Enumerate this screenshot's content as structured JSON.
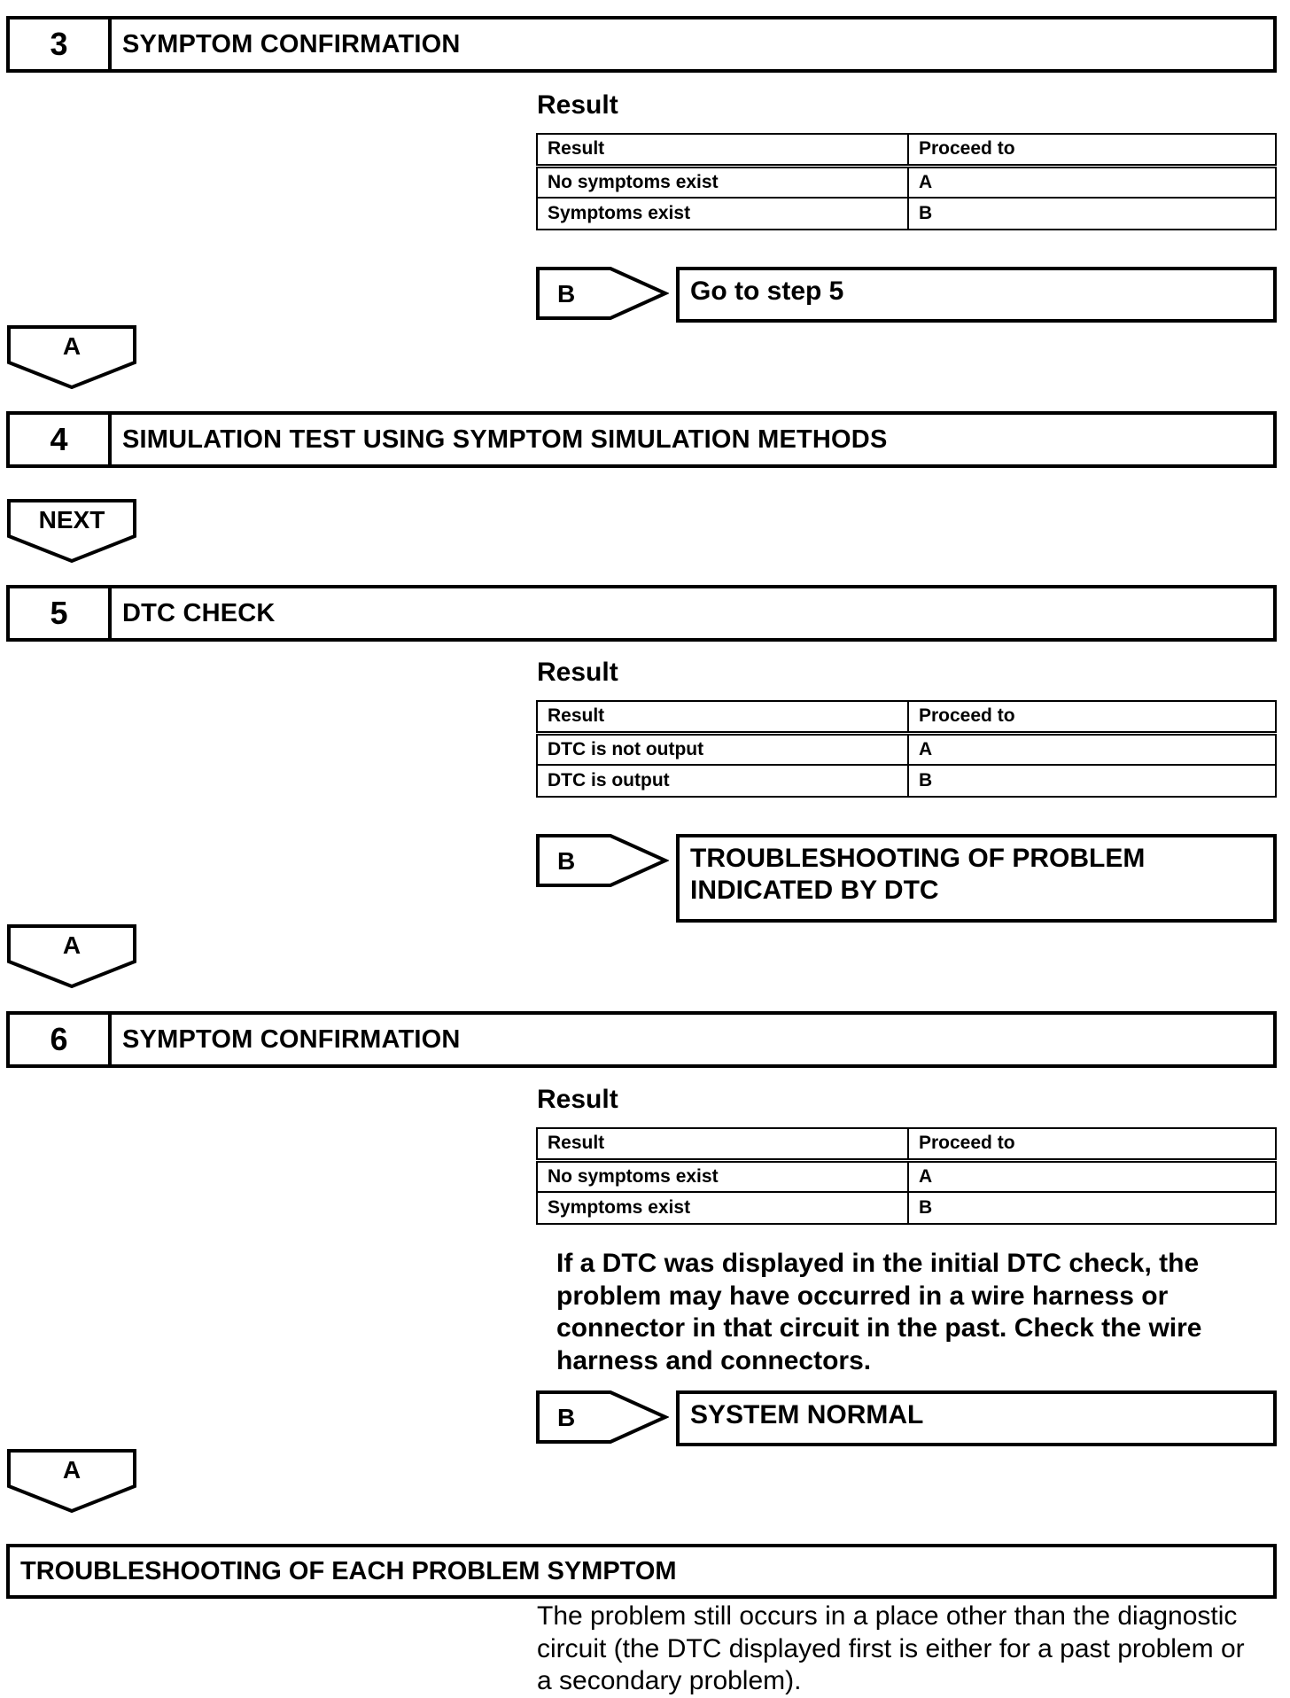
{
  "step3": {
    "number": "3",
    "title": "SYMPTOM CONFIRMATION",
    "result_label": "Result",
    "table": {
      "headers": [
        "Result",
        "Proceed to"
      ],
      "rows": [
        [
          "No symptoms exist",
          "A"
        ],
        [
          "Symptoms exist",
          "B"
        ]
      ]
    },
    "branch_b": {
      "label": "B",
      "destination": "Go to step 5"
    },
    "branch_a": {
      "label": "A"
    }
  },
  "step4": {
    "number": "4",
    "title": "SIMULATION TEST USING SYMPTOM SIMULATION METHODS",
    "next_label": "NEXT"
  },
  "step5": {
    "number": "5",
    "title": "DTC CHECK",
    "result_label": "Result",
    "table": {
      "headers": [
        "Result",
        "Proceed to"
      ],
      "rows": [
        [
          "DTC is not output",
          "A"
        ],
        [
          "DTC is output",
          "B"
        ]
      ]
    },
    "branch_b": {
      "label": "B",
      "destination_line1": "TROUBLESHOOTING OF PROBLEM",
      "destination_line2": "INDICATED BY DTC"
    },
    "branch_a": {
      "label": "A"
    }
  },
  "step6": {
    "number": "6",
    "title": "SYMPTOM CONFIRMATION",
    "result_label": "Result",
    "table": {
      "headers": [
        "Result",
        "Proceed to"
      ],
      "rows": [
        [
          "No symptoms exist",
          "A"
        ],
        [
          "Symptoms exist",
          "B"
        ]
      ]
    },
    "note": [
      "If a DTC was displayed in the initial DTC check, the",
      "problem may have occurred in a wire harness or",
      "connector in that circuit in the past. Check the wire",
      "harness and connectors."
    ],
    "branch_b": {
      "label": "B",
      "destination": "SYSTEM NORMAL"
    },
    "branch_a": {
      "label": "A"
    }
  },
  "final": {
    "title": "TROUBLESHOOTING OF EACH PROBLEM SYMPTOM",
    "note": [
      "The problem still occurs in a place other than the diagnostic",
      "circuit (the DTC displayed first is either for a past problem or",
      "a secondary problem)."
    ]
  }
}
